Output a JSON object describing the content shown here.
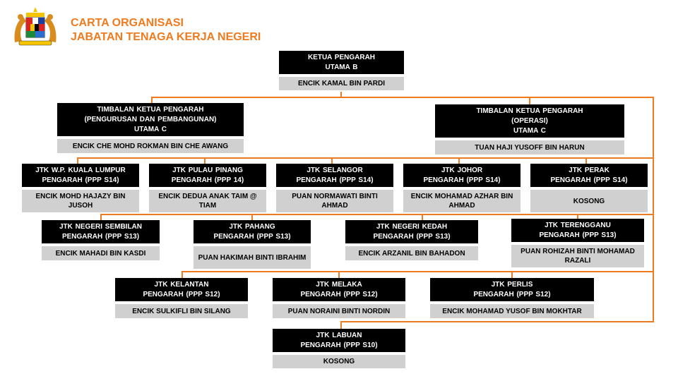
{
  "header": {
    "line1": "CARTA ORGANISASI",
    "line2": "JABATAN TENAGA KERJA NEGERI"
  },
  "colors": {
    "accent": "#f07a1e",
    "title_bg": "#000000",
    "name_bg": "#d0d0d0"
  },
  "boxes": {
    "kp": {
      "title": [
        "KETUA  PENGARAH",
        "UTAMA  B"
      ],
      "name": "ENCIK  KAMAL BIN PARDI"
    },
    "tkp1": {
      "title": [
        "TIMBALAN  KETUA  PENGARAH",
        "(PENGURUSAN  DAN  PEMBANGUNAN)",
        "UTAMA  C"
      ],
      "name": "ENCIK  CHE  MOHD ROKMAN BIN CHE  AWANG"
    },
    "tkp2": {
      "title": [
        "TIMBALAN  KETUA  PENGARAH",
        "(OPERASI)",
        "UTAMA  C"
      ],
      "name": "TUAN HAJI YUSOFF  BIN HARUN"
    },
    "kl": {
      "title": [
        "JTK W.P.  KUALA LUMPUR",
        "PENGARAH (PPP  S14)"
      ],
      "name": "ENCIK  MOHD HAJAZY BIN JUSOH"
    },
    "pp": {
      "title": [
        "JTK PULAU PINANG",
        "PENGARAH (PPP  14)"
      ],
      "name": "ENCIK  DEDUA  ANAK TAIM @ TIAM"
    },
    "sel": {
      "title": [
        "JTK SELANGOR",
        "PENGARAH (PPP  S14)"
      ],
      "name": "PUAN NORMAWATI BINTI AHMAD"
    },
    "jhr": {
      "title": [
        "JTK JOHOR",
        "PENGARAH (PPP  S14)"
      ],
      "name": "ENCIK  MOHAMAD AZHAR BIN AHMAD"
    },
    "prk": {
      "title": [
        "JTK PERAK",
        "PENGARAH (PPP  S14)"
      ],
      "name": "KOSONG"
    },
    "ns": {
      "title": [
        "JTK NEGERI SEMBILAN",
        "PENGARAH (PPP  S13)"
      ],
      "name": "ENCIK  MAHADI BIN KASDI"
    },
    "phg": {
      "title": [
        "JTK PAHANG",
        "PENGARAH (PPP  S13)"
      ],
      "name": "PUAN HAKIMAH BINTI IBRAHIM"
    },
    "kdh": {
      "title": [
        "JTK NEGERI KEDAH",
        "PENGARAH (PPP  S13)"
      ],
      "name": "ENCIK  ARZANIL BIN BAHADON"
    },
    "trg": {
      "title": [
        "JTK TERENGGANU",
        "PENGARAH (PPP  S13)"
      ],
      "name": "PUAN ROHIZAH  BINTI MOHAMAD RAZALI"
    },
    "kel": {
      "title": [
        "JTK KELANTAN",
        "PENGARAH (PPP  S12)"
      ],
      "name": "ENCIK  SULKIFLI  BIN  SILANG"
    },
    "mlk": {
      "title": [
        "JTK MELAKA",
        "PENGARAH (PPP  S12)"
      ],
      "name": "PUAN NORAINI BINTI NORDIN"
    },
    "prl": {
      "title": [
        "JTK PERLIS",
        "PENGARAH (PPP  S12)"
      ],
      "name": "ENCIK  MOHAMAD YUSOF  BIN  MOKHTAR"
    },
    "lbn": {
      "title": [
        "JTK LABUAN",
        "PENGARAH (PPP  S10)"
      ],
      "name": "KOSONG"
    }
  }
}
